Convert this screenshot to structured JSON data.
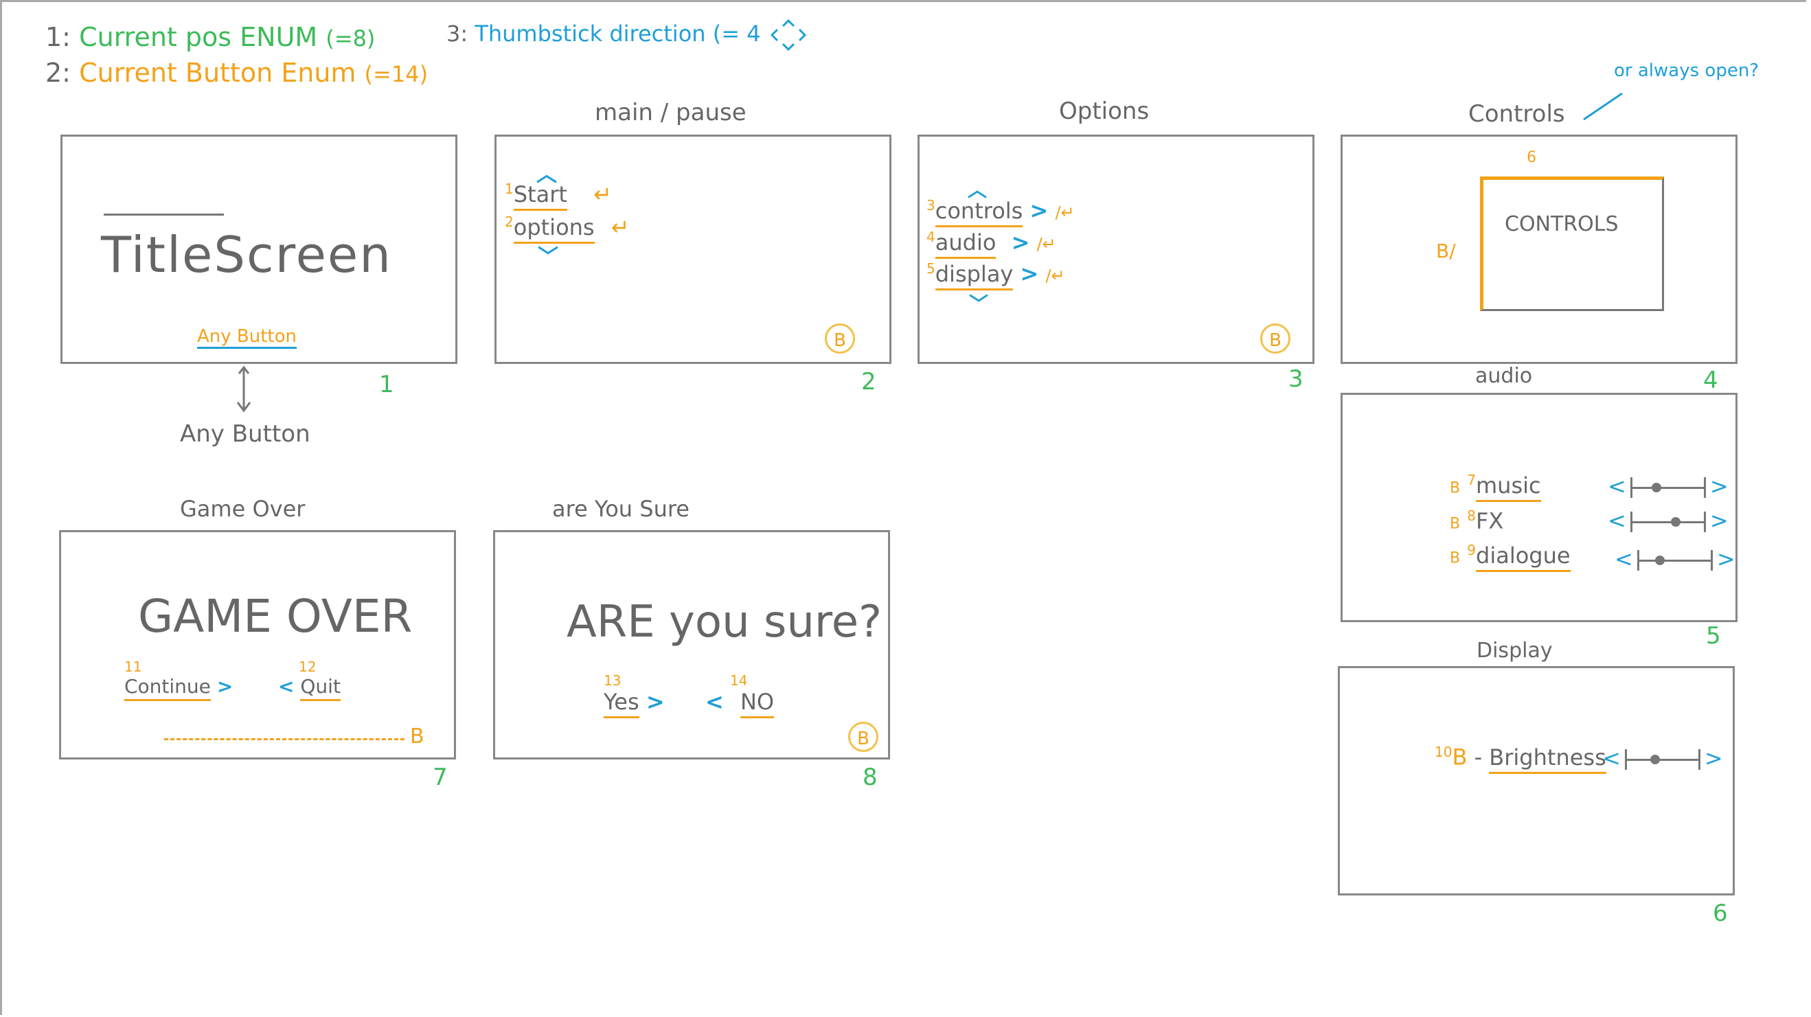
{
  "legend": {
    "item1_index": "1:",
    "item1_label": "Current pos ENUM",
    "item1_count": "(=8)",
    "item2_index": "2:",
    "item2_label": "Current Button Enum",
    "item2_count": "(=14)",
    "item3_index": "3:",
    "item3_label": "Thumbstick direction",
    "item3_count": "(= 4"
  },
  "note": "or always open?",
  "screens": {
    "title_screen": {
      "heading": "TitleScreen",
      "prompt": "Any Button",
      "number": "1",
      "transition_label": "Any Button"
    },
    "main_pause": {
      "title": "main / pause",
      "items": [
        {
          "n": "1",
          "label": "Start",
          "mark": "↵"
        },
        {
          "n": "2",
          "label": "options",
          "mark": "↵"
        }
      ],
      "badge": "B",
      "number": "2"
    },
    "options": {
      "title": "Options",
      "items": [
        {
          "n": "3",
          "label": "controls",
          "mark": "/↵"
        },
        {
          "n": "4",
          "label": "audio",
          "mark": "/↵"
        },
        {
          "n": "5",
          "label": "display",
          "mark": "/↵"
        }
      ],
      "badge": "B",
      "number": "3"
    },
    "controls": {
      "title": "Controls",
      "top_num": "6",
      "side": "B/",
      "inner": "CONTROLS",
      "number": "4"
    },
    "audio": {
      "title": "audio",
      "rows": [
        {
          "b": "B",
          "n": "7",
          "label": "music",
          "level": 0.35
        },
        {
          "b": "B",
          "n": "8",
          "label": "FX",
          "level": 0.6
        },
        {
          "b": "B",
          "n": "9",
          "label": "dialogue",
          "level": 0.3
        }
      ],
      "number": "5"
    },
    "display": {
      "title": "Display",
      "row": {
        "b": "B",
        "n": "10",
        "label": "Brightness",
        "level": 0.4
      },
      "number": "6"
    },
    "game_over": {
      "title": "Game Over",
      "heading": "GAME OVER",
      "continue_n": "11",
      "continue": "Continue",
      "quit_n": "12",
      "quit": "Quit",
      "b": "B",
      "number": "7"
    },
    "are_you_sure": {
      "title": "are You Sure",
      "heading": "ARE you sure?",
      "yes_n": "13",
      "yes": "Yes",
      "no_n": "14",
      "no": "NO",
      "badge": "B",
      "number": "8"
    }
  },
  "colors": {
    "green": "#3dbb5a",
    "orange": "#f3a21a",
    "blue": "#1f9fd8",
    "ink": "#666666"
  }
}
